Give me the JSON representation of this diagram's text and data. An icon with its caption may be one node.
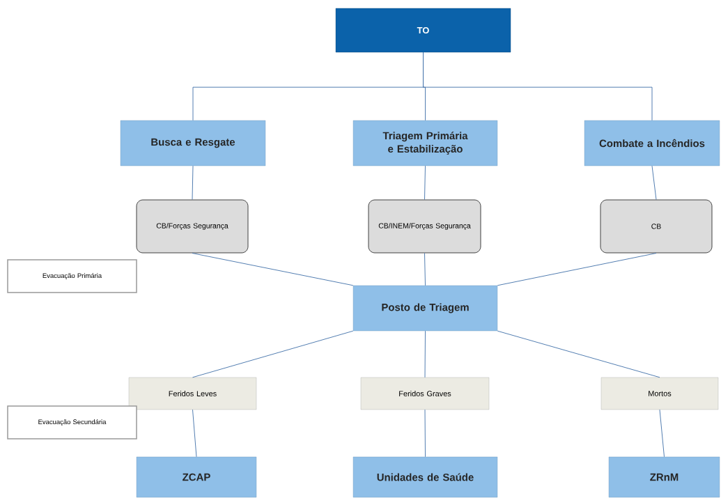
{
  "diagram": {
    "nodes": [
      {
        "text": [
          "TO"
        ]
      },
      {
        "text": [
          "Busca e Resgate"
        ]
      },
      {
        "text": [
          "Triagem Primária e Estabilização"
        ]
      },
      {
        "text": [
          "Combate a Incêndios"
        ]
      },
      {
        "text": [
          "CB/Forças Segurança"
        ]
      },
      {
        "text": [
          "CB/INEM/Forças Segurança"
        ]
      },
      {
        "text": [
          "CB"
        ]
      },
      {
        "text": [
          "Evacuação Primária"
        ]
      },
      {
        "text": [
          "Posto de Triagem"
        ]
      },
      {
        "text": [
          "Feridos Leves"
        ]
      },
      {
        "text": [
          "Feridos Graves"
        ]
      },
      {
        "text": [
          "Mortos"
        ]
      },
      {
        "text": [
          "Evacuação Secundária"
        ]
      },
      {
        "text": [
          "ZCAP"
        ]
      },
      {
        "text": [
          "Unidades de Saúde"
        ]
      },
      {
        "text": [
          "ZRnM"
        ]
      }
    ],
    "edges": [
      {
        "from": 0,
        "to": 1,
        "arrow": "none"
      },
      {
        "from": 0,
        "to": 2,
        "arrow": "none"
      },
      {
        "from": 0,
        "to": 3,
        "arrow": "none"
      },
      {
        "from": 1,
        "to": 4,
        "arrow": "none"
      },
      {
        "from": 2,
        "to": 5,
        "arrow": "none"
      },
      {
        "from": 3,
        "to": 6,
        "arrow": "none"
      },
      {
        "from": 4,
        "to": 8,
        "arrow": "none"
      },
      {
        "from": 5,
        "to": 8,
        "arrow": "none"
      },
      {
        "from": 6,
        "to": 8,
        "arrow": "none"
      },
      {
        "from": 8,
        "to": 9,
        "arrow": "none"
      },
      {
        "from": 8,
        "to": 10,
        "arrow": "none"
      },
      {
        "from": 8,
        "to": 11,
        "arrow": "none"
      },
      {
        "from": 9,
        "to": 13,
        "arrow": "none"
      },
      {
        "from": 10,
        "to": 14,
        "arrow": "none"
      },
      {
        "from": 11,
        "to": 15,
        "arrow": "none"
      }
    ]
  }
}
